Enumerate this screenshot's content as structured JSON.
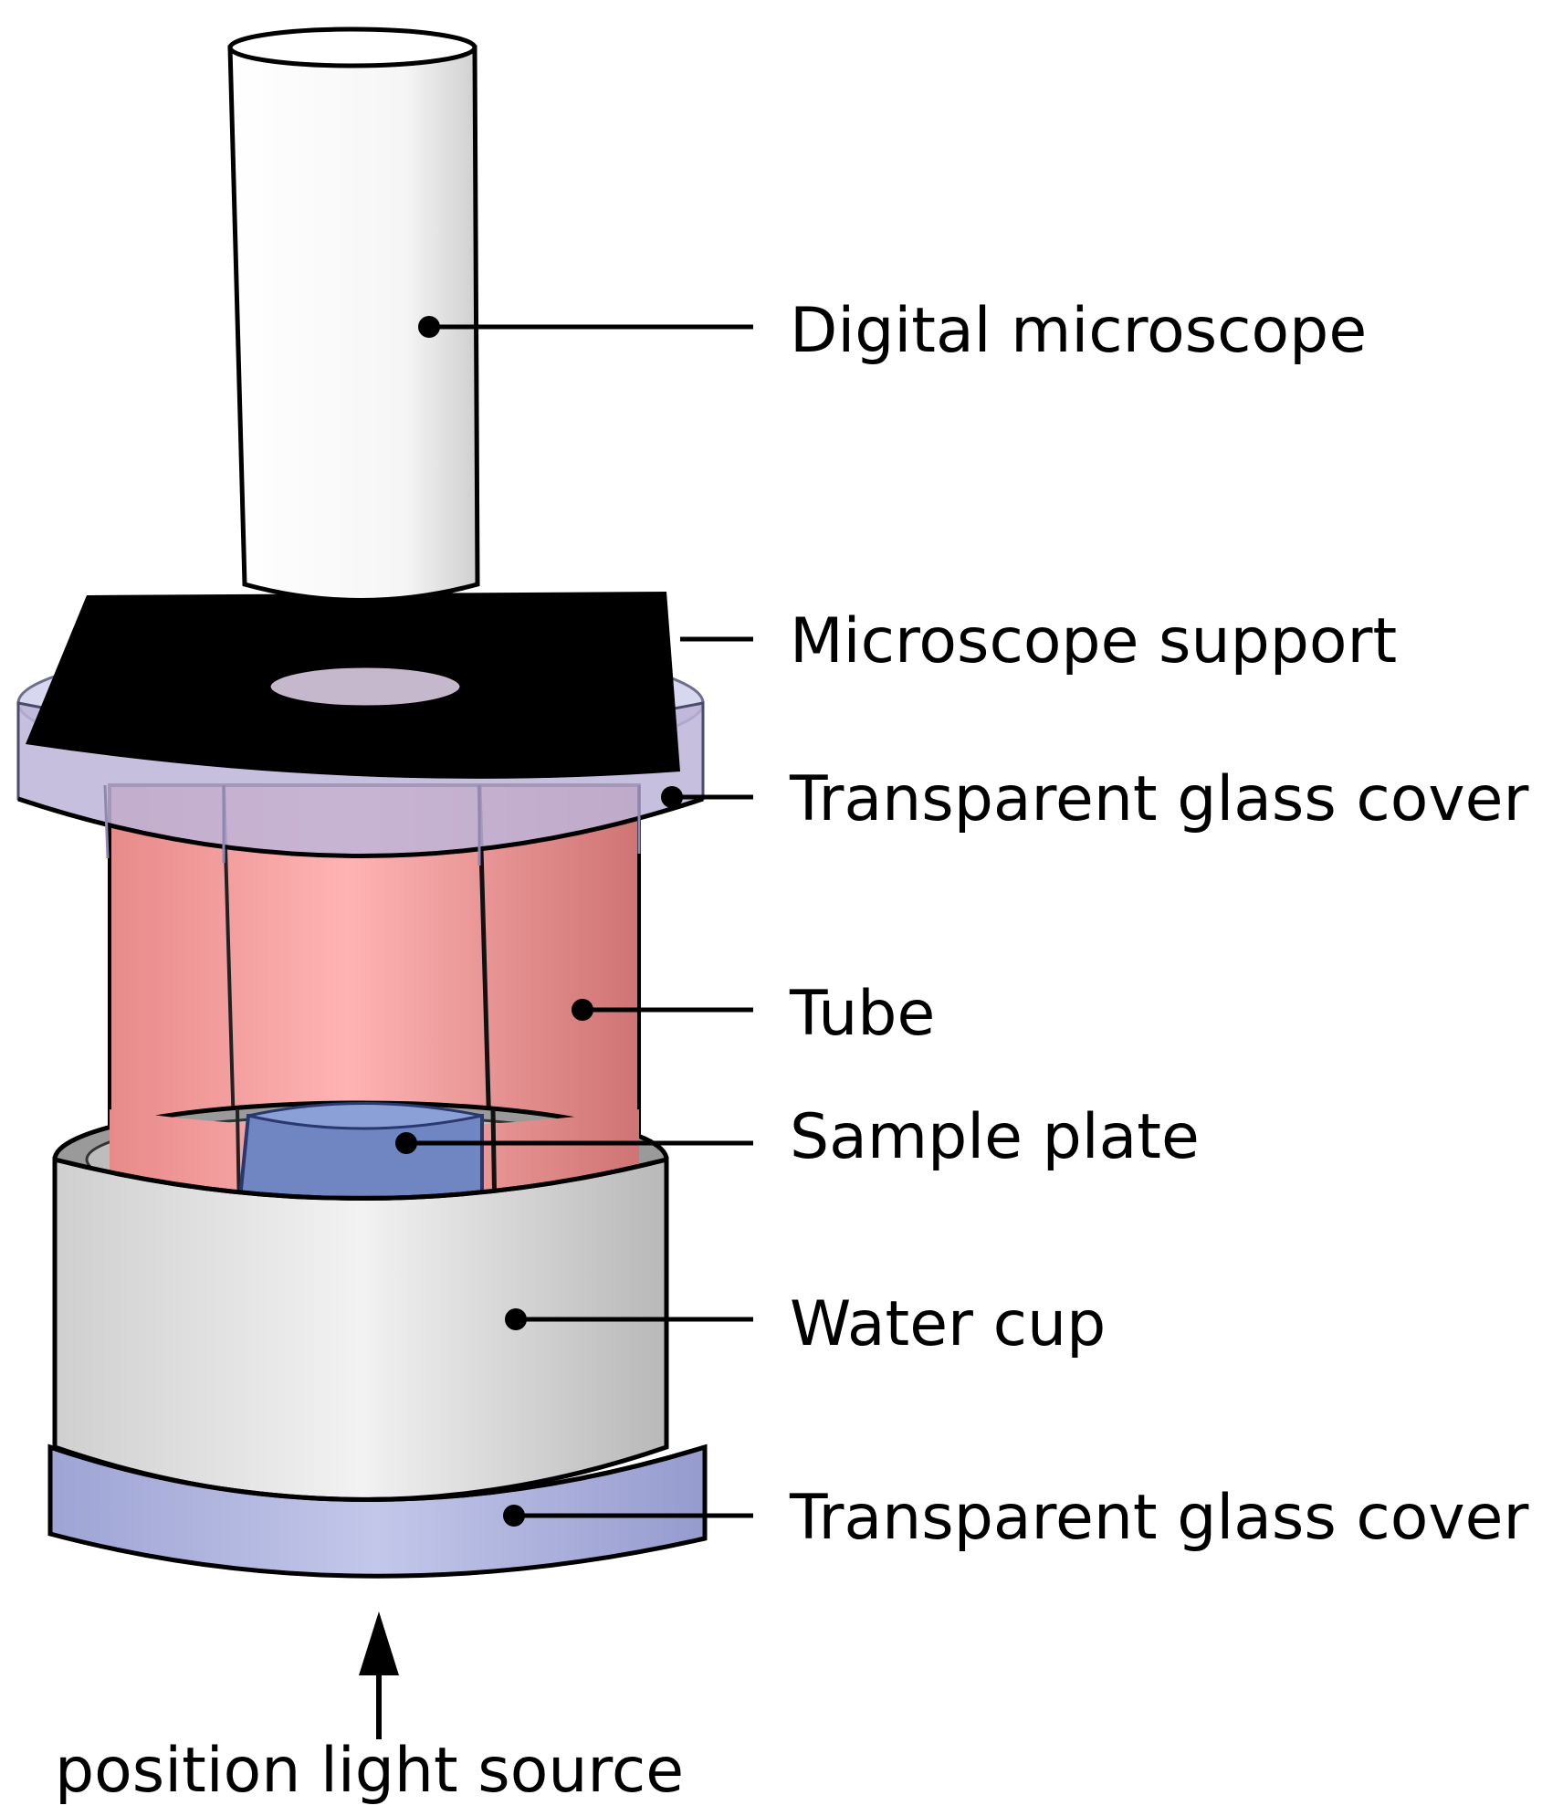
{
  "labels": {
    "digital_microscope": "Digital microscope",
    "microscope_support": "Microscope support",
    "glass_cover_top": "Transparent glass cover",
    "tube": "Tube",
    "sample_plate": "Sample plate",
    "water_cup": "Water cup",
    "glass_cover_bottom": "Transparent glass cover",
    "light_source": "position light source"
  },
  "colors": {
    "microscope": "#f4f4f4",
    "support": "#000000",
    "glass": "#b9b9e0",
    "tube": "#f7a3a3",
    "sample_plate": "#6f86c2",
    "water_cup": "#dcdcdc",
    "bottom_glass": "#aeb3dc"
  }
}
